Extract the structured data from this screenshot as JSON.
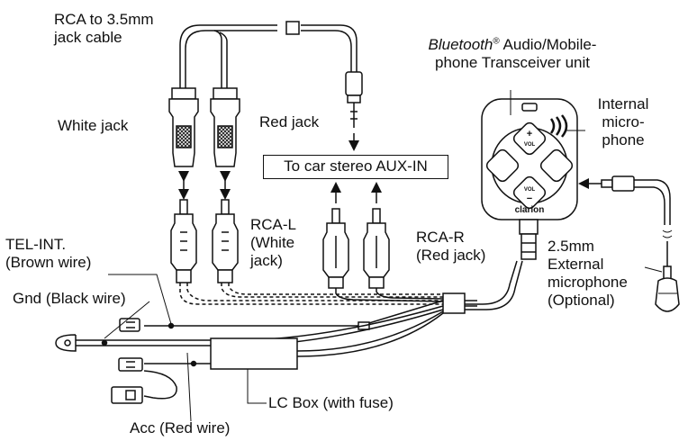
{
  "labels": {
    "rca_cable": "RCA to 3.5mm\njack cable",
    "bt_name": "Bluetooth",
    "bt_reg": "®",
    "bt_rest": " Audio/Mobile-",
    "bt_line2": "phone Transceiver unit",
    "internal_mic": "Internal\nmicro-\nphone",
    "white_jack": "White jack",
    "red_jack": "Red jack",
    "aux_in": "To car stereo AUX-IN",
    "tel_int": "TEL-INT.\n(Brown wire)",
    "rca_l": "RCA-L\n(White\njack)",
    "rca_r": "RCA-R\n(Red jack)",
    "ext_mic": "2.5mm\nExternal\nmicrophone\n(Optional)",
    "gnd": "Gnd (Black wire)",
    "lc_box": "LC Box (with fuse)",
    "acc": "Acc (Red wire)"
  },
  "unit": {
    "vol_up": "VOL",
    "vol_down": "VOL",
    "plus": "+",
    "minus": "−",
    "brand": "clarion"
  }
}
